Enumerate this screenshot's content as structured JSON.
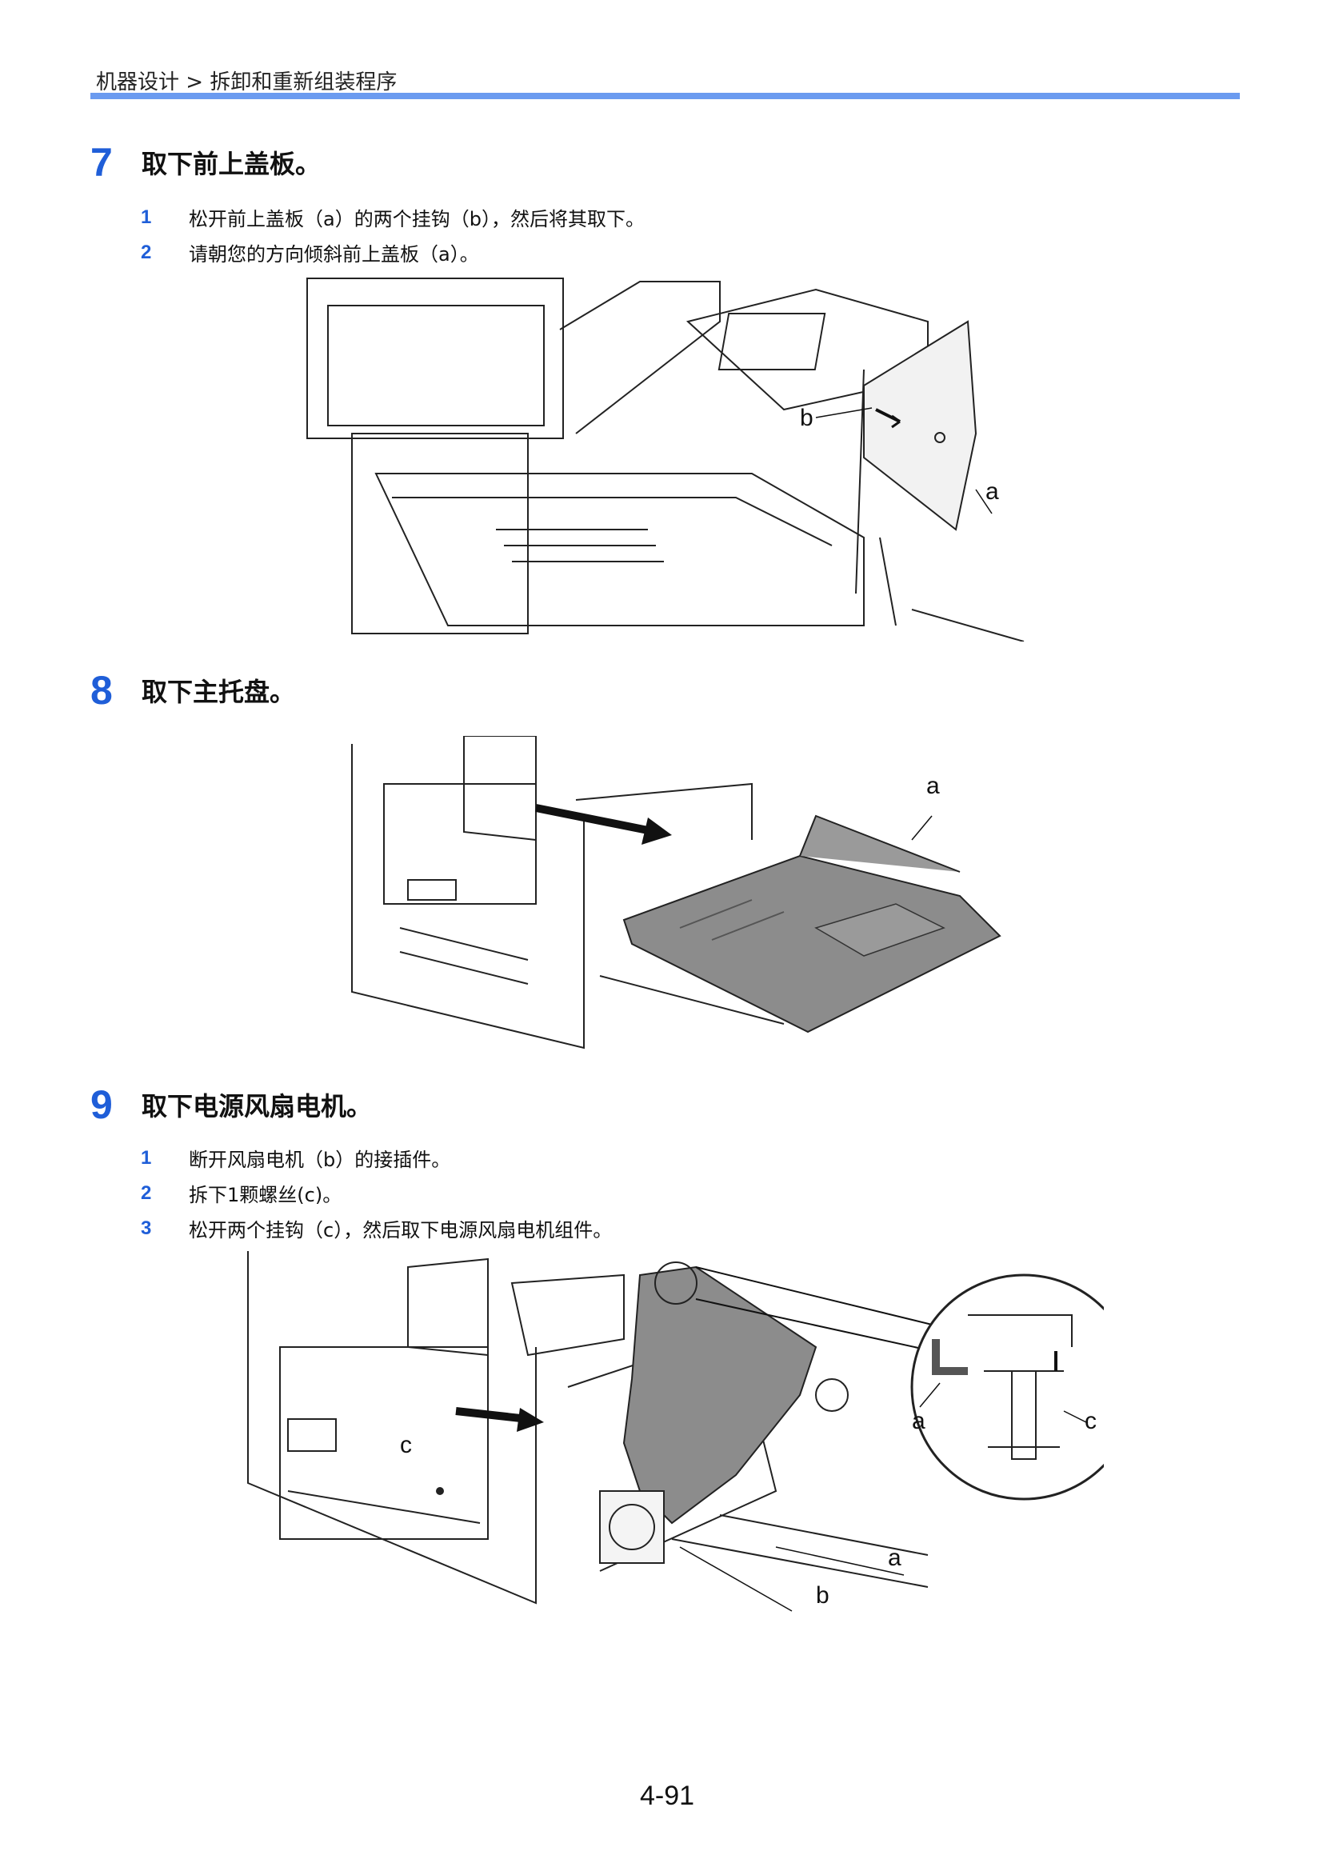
{
  "header": {
    "breadcrumb": "机器设计 > 拆卸和重新组装程序"
  },
  "steps": [
    {
      "number": "7",
      "title": "取下前上盖板。",
      "substeps": [
        {
          "number": "1",
          "text": "松开前上盖板（a）的两个挂钩（b），然后将其取下。"
        },
        {
          "number": "2",
          "text": "请朝您的方向倾斜前上盖板（a）。"
        }
      ],
      "figure_labels": {
        "a": "a",
        "b": "b"
      }
    },
    {
      "number": "8",
      "title": "取下主托盘。",
      "substeps": [],
      "figure_labels": {
        "a": "a"
      }
    },
    {
      "number": "9",
      "title": "取下电源风扇电机。",
      "substeps": [
        {
          "number": "1",
          "text": "断开风扇电机（b）的接插件。"
        },
        {
          "number": "2",
          "text": "拆下1颗螺丝(c)。"
        },
        {
          "number": "3",
          "text": "松开两个挂钩（c），然后取下电源风扇电机组件。"
        }
      ],
      "figure_labels": {
        "a1": "a",
        "a2": "a",
        "b": "b",
        "c1": "c",
        "c2": "c"
      }
    }
  ],
  "footer": {
    "page_number": "4-91"
  },
  "colors": {
    "accent": "#1f5ed8",
    "rule": "#6b9bf0",
    "part_fill": "#8c8c8c"
  }
}
